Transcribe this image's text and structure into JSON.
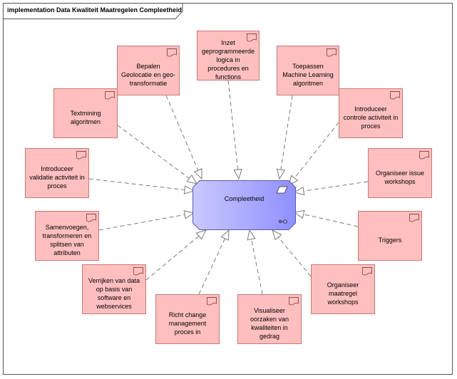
{
  "diagram": {
    "title": "implementation Data Kwaliteit Maatregelen Compleetheid"
  },
  "center": {
    "label": "Compleetheid",
    "icon": "outcome-icon",
    "fill": "#a7a7ff"
  },
  "work_packages": [
    {
      "id": "wp-geolocatie",
      "label": "Bepalen Geolocatie en geo-transformatie"
    },
    {
      "id": "wp-geprogrammeerde-logica",
      "label": "Inzet geprogrammeerde logica in procedures en functions"
    },
    {
      "id": "wp-machine-learning",
      "label": "Toepassen Machine Learning algoritmen"
    },
    {
      "id": "wp-textmining",
      "label": "Textmining algoritmen"
    },
    {
      "id": "wp-controle-activiteit",
      "label": "Introduceer controle activiteit in proces"
    },
    {
      "id": "wp-validatie-activiteit",
      "label": "Introduceer validatie activiteit in proces"
    },
    {
      "id": "wp-issue-workshops",
      "label": "Organiseer issue workshops"
    },
    {
      "id": "wp-samenvoegen",
      "label": "Samenvoegen, transformeren en splitsen van attributen"
    },
    {
      "id": "wp-triggers",
      "label": "Triggers"
    },
    {
      "id": "wp-verrijken",
      "label": "Verrijken van data op basis van software en webservices"
    },
    {
      "id": "wp-maatregel-workshops",
      "label": "Organiseer maatregel workshops"
    },
    {
      "id": "wp-change-management",
      "label": "Richt change management proces in"
    },
    {
      "id": "wp-oorzaken",
      "label": "Visualiseer oorzaken van kwaliteiten in gedrag"
    }
  ],
  "colors": {
    "work_package_fill": "#ffbfbf",
    "work_package_border": "#c97878",
    "connector": "#7a7a7a"
  }
}
